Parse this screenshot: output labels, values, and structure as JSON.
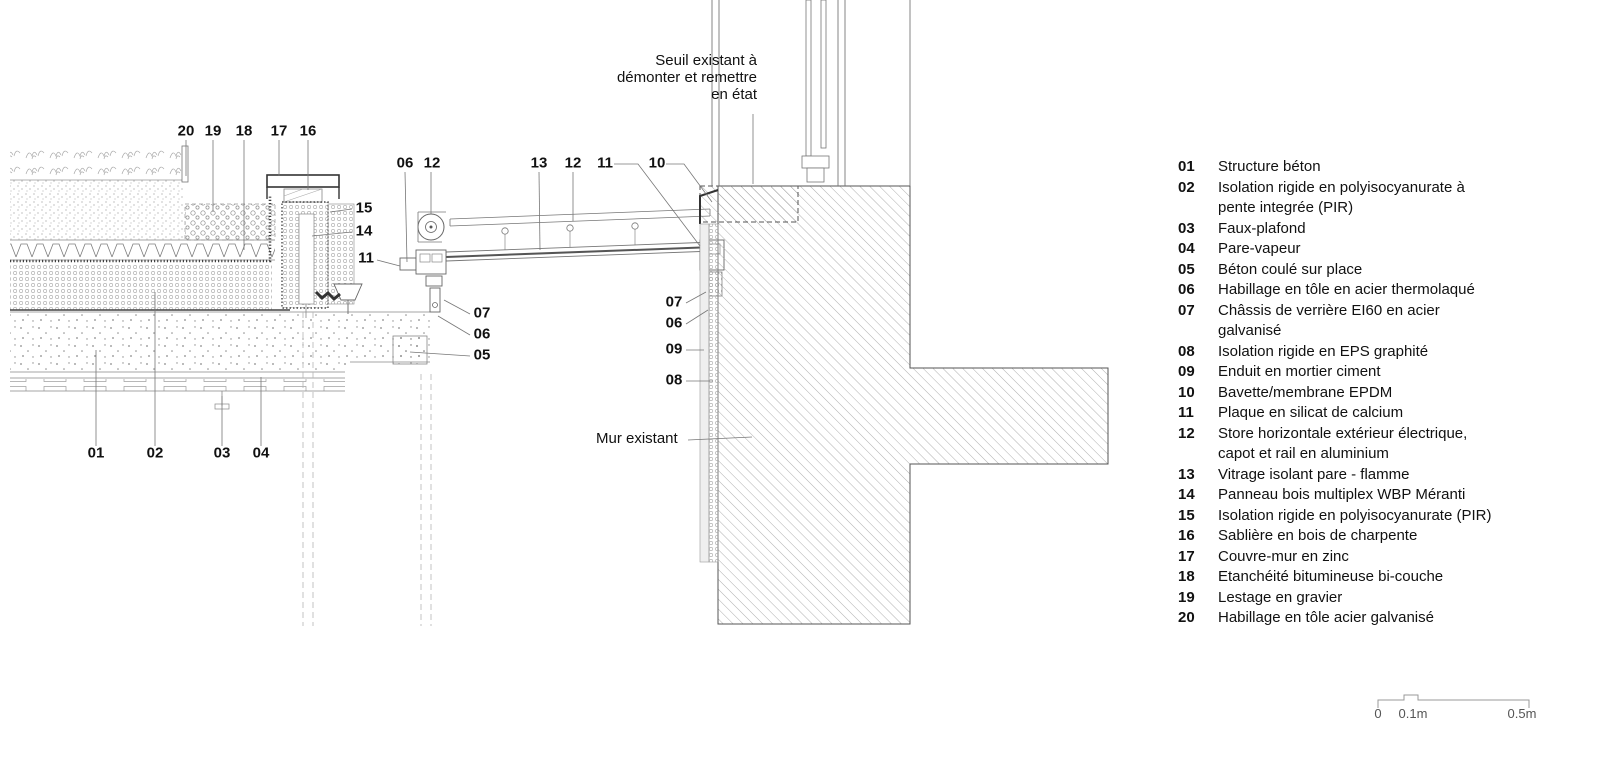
{
  "drawing": {
    "annotations": {
      "seuil": "Seuil existant à\ndémonter et remettre\nen état",
      "mur": "Mur existant"
    },
    "callouts": [
      "20",
      "19",
      "18",
      "17",
      "16",
      "06",
      "12",
      "13",
      "12",
      "11",
      "10",
      "15",
      "14",
      "11",
      "07",
      "06",
      "05",
      "07",
      "06",
      "09",
      "08",
      "01",
      "02",
      "03",
      "04"
    ]
  },
  "legend": {
    "items": [
      {
        "num": "01",
        "label": "Structure béton"
      },
      {
        "num": "02",
        "label": "Isolation rigide en polyisocyanurate à\npente integrée (PIR)"
      },
      {
        "num": "03",
        "label": "Faux-plafond"
      },
      {
        "num": "04",
        "label": "Pare-vapeur"
      },
      {
        "num": "05",
        "label": "Béton coulé sur place"
      },
      {
        "num": "06",
        "label": "Habillage en tôle en acier thermolaqué"
      },
      {
        "num": "07",
        "label": "Châssis de verrière EI60 en acier\ngalvanisé"
      },
      {
        "num": "08",
        "label": "Isolation rigide en EPS graphité"
      },
      {
        "num": "09",
        "label": "Enduit en mortier ciment"
      },
      {
        "num": "10",
        "label": "Bavette/membrane EPDM"
      },
      {
        "num": "11",
        "label": "Plaque en silicat de calcium"
      },
      {
        "num": "12",
        "label": "Store horizontale extérieur électrique,\ncapot et rail en aluminium"
      },
      {
        "num": "13",
        "label": "Vitrage isolant pare - flamme"
      },
      {
        "num": "14",
        "label": "Panneau bois multiplex WBP Méranti"
      },
      {
        "num": "15",
        "label": "Isolation rigide en polyisocyanurate (PIR)"
      },
      {
        "num": "16",
        "label": "Sablière en bois de charpente"
      },
      {
        "num": "17",
        "label": "Couvre-mur en zinc"
      },
      {
        "num": "18",
        "label": "Etanchéité bitumineuse bi-couche"
      },
      {
        "num": "19",
        "label": "Lestage en gravier"
      },
      {
        "num": "20",
        "label": "Habillage en tôle acier galvanisé"
      }
    ]
  },
  "scalebar": {
    "labels": [
      "0",
      "0.1m",
      "0.5m"
    ]
  }
}
